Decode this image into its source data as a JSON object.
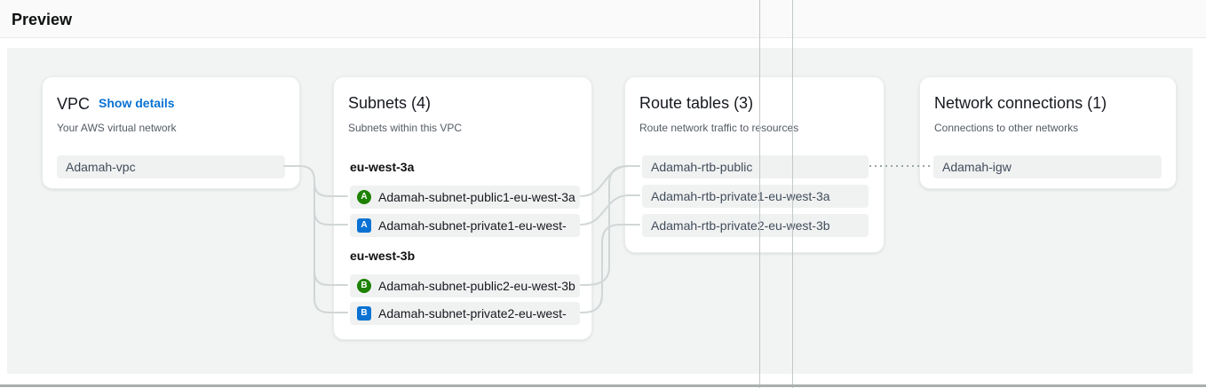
{
  "page": {
    "title": "Preview"
  },
  "colors": {
    "accent_link": "#0972d3",
    "badge_public_green": "#1d8102",
    "badge_private_blue": "#0972d3",
    "container_bg": "#f2f3f3",
    "connector_gray": "#d1d6d6"
  },
  "cards": {
    "vpc": {
      "title": "VPC",
      "link": "Show details",
      "subtitle": "Your AWS virtual network",
      "items": [
        {
          "label": "Adamah-vpc"
        }
      ]
    },
    "subnets": {
      "title": "Subnets (4)",
      "subtitle": "Subnets within this VPC",
      "groups": [
        {
          "header": "eu-west-3a",
          "items": [
            {
              "label": "Adamah-subnet-public1-eu-west-3a",
              "badge": "A",
              "badge_type": "public"
            },
            {
              "label": "Adamah-subnet-private1-eu-west-",
              "badge": "A",
              "badge_type": "private"
            }
          ]
        },
        {
          "header": "eu-west-3b",
          "items": [
            {
              "label": "Adamah-subnet-public2-eu-west-3b",
              "badge": "B",
              "badge_type": "public"
            },
            {
              "label": "Adamah-subnet-private2-eu-west-",
              "badge": "B",
              "badge_type": "private"
            }
          ]
        }
      ]
    },
    "routes": {
      "title": "Route tables (3)",
      "subtitle": "Route network traffic to resources",
      "items": [
        {
          "label": "Adamah-rtb-public"
        },
        {
          "label": "Adamah-rtb-private1-eu-west-3a"
        },
        {
          "label": "Adamah-rtb-private2-eu-west-3b"
        }
      ]
    },
    "network": {
      "title": "Network connections (1)",
      "subtitle": "Connections to other networks",
      "items": [
        {
          "label": "Adamah-igw"
        }
      ]
    }
  }
}
